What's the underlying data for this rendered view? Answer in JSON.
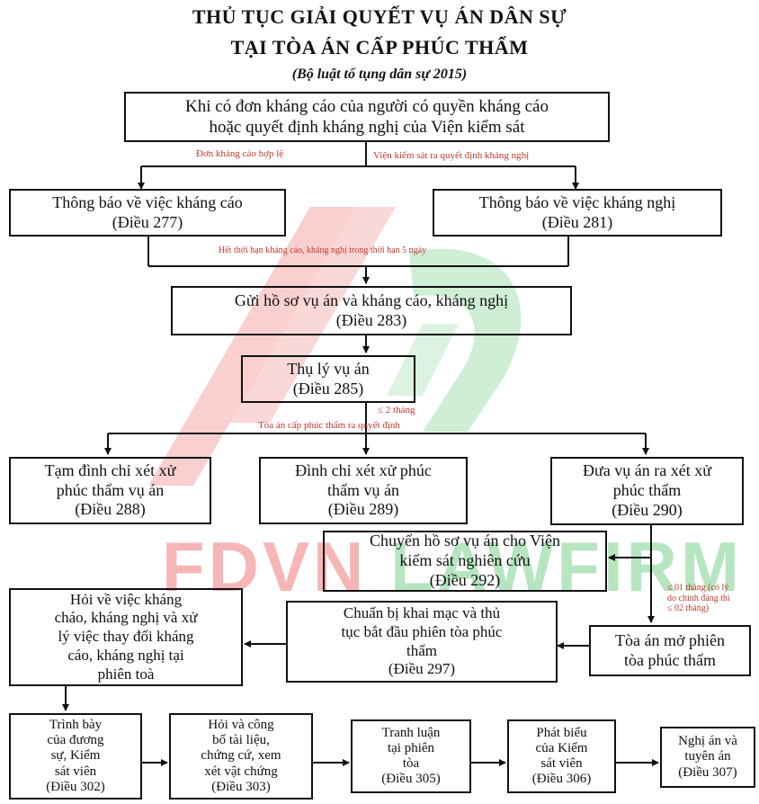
{
  "header": {
    "title_line1": "THỦ TỤC GIẢI QUYẾT VỤ ÁN DÂN SỰ",
    "title_line2": "TẠI TÒA ÁN CẤP PHÚC THẨM",
    "subtitle": "(Bộ luật tố tụng dân sự 2015)"
  },
  "watermark": {
    "text": "FDVN LAWFIRM",
    "red": "#e8312f",
    "green": "#2db84b"
  },
  "boxes": {
    "start": "Khi có đơn kháng cáo của người có quyền kháng cáo\nhoặc quyết định kháng nghị của Viện kiểm sát",
    "notify_appeal": "Thông báo về việc kháng cáo\n(Điều 277)",
    "notify_protest": "Thông báo về việc kháng nghị\n(Điều 281)",
    "send_file": "Gửi hồ sơ vụ án và kháng cáo, kháng nghị\n(Điều 283)",
    "accept": "Thụ lý vụ án\n(Điều 285)",
    "suspend": "Tạm đình chỉ xét xử\nphúc thẩm vụ án\n(Điều 288)",
    "terminate": "Đình chỉ xét xử phúc\nthẩm vụ án\n(Điều 289)",
    "bring_trial": "Đưa vụ án ra xét xử\nphúc thẩm\n(Điều 290)",
    "transfer": "Chuyển hồ sơ vụ án cho Viện\nkiểm sát nghiên cứu\n(Điều 292)",
    "ask": "Hỏi về việc kháng\ncháo, kháng nghị và xử\nlý việc thay đổi kháng\ncáo, kháng nghị tại\nphiên toà",
    "prepare": "Chuẩn bị khai mạc và thủ\ntục bắt đầu phiên tòa phúc\nthẩm\n(Điều 297)",
    "open": "Tòa án mở phiên\ntòa phúc thẩm",
    "present": "Trình bày\ncủa đương\nsự, Kiểm\nsát viên\n(Điều 302)",
    "question": "Hỏi và công\nbố tài liệu,\nchứng cứ, xem\nxét vật chứng\n(Điều 303)",
    "debate": "Tranh luận\ntại phiên\ntòa\n(Điều 305)",
    "procurator": "Phát biểu\ncủa Kiểm\nsát viên\n(Điều 306)",
    "deliberate": "Nghị án và\ntuyên án\n(Điều 307)"
  },
  "notes": {
    "valid_appeal": "Đơn kháng cáo hợp lệ",
    "procuracy_decision": "Viện kiểm sát ra quyết định kháng nghị",
    "deadline": "Hết thời hạn kháng cáo, kháng nghị trong thời hạn 5 ngày",
    "two_months": "≤ 2 tháng",
    "court_decision": "Tòa án cấp phúc thẩm ra quyết định",
    "one_month": "≤ 01 tháng (có lý\ndo chính đáng thì\n≤ 02 tháng)"
  }
}
